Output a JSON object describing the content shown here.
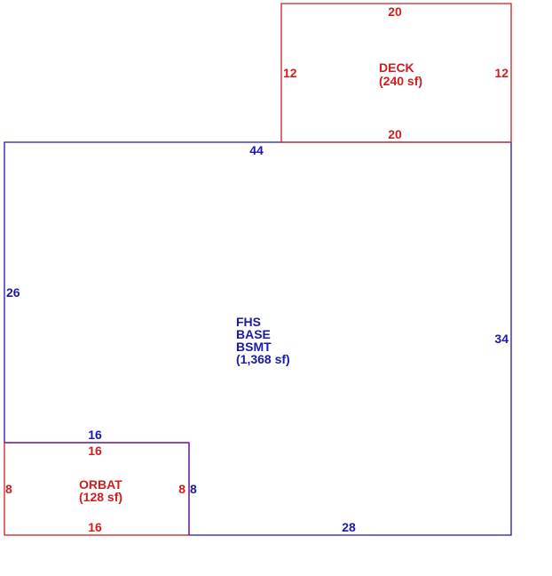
{
  "colors": {
    "blue": "#1a1aa8",
    "red": "#cc1f1f",
    "purple": "#6a2a9e",
    "background": "#ffffff"
  },
  "deck": {
    "name": "DECK",
    "area": "(240 sf)",
    "top": "20",
    "bottom": "20",
    "left": "12",
    "right": "12"
  },
  "base": {
    "line1": "FHS",
    "line2": "BASE",
    "line3": "BSMT",
    "area": "(1,368 sf)",
    "top": "44",
    "left": "26",
    "right": "34",
    "bottom": "28",
    "notch_top": "16",
    "notch_right": "8"
  },
  "orbat": {
    "name": "ORBAT",
    "area": "(128 sf)",
    "top": "16",
    "bottom": "16",
    "left": "8",
    "right": "8"
  }
}
